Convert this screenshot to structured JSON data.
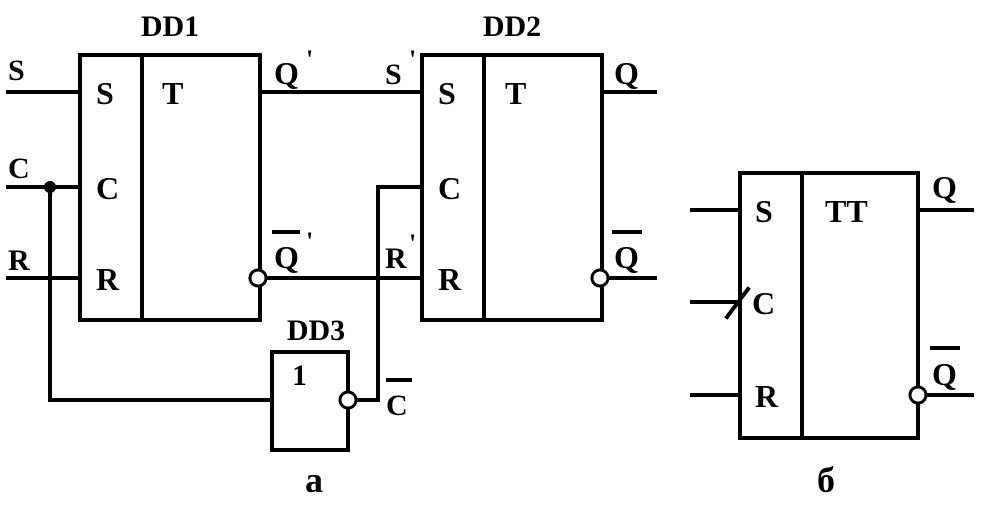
{
  "part_a": {
    "dd1": {
      "title": "DD1",
      "inputs": [
        "S",
        "C",
        "R"
      ],
      "type": "T"
    },
    "dd2": {
      "title": "DD2",
      "inputs": [
        "S",
        "C",
        "R"
      ],
      "type": "T"
    },
    "dd3": {
      "title": "DD3",
      "function": "1"
    },
    "ext_inputs": [
      "S",
      "C",
      "R"
    ],
    "signals": {
      "q1": "Q",
      "nq1": "Q",
      "s1": "S",
      "r1": "R",
      "nc": "C",
      "q": "Q",
      "nq": "Q"
    },
    "prime": "'",
    "caption": "а"
  },
  "part_b": {
    "inputs": [
      "S",
      "C",
      "R"
    ],
    "type": "TT",
    "outputs": [
      "Q",
      "Q"
    ],
    "caption": "б"
  }
}
